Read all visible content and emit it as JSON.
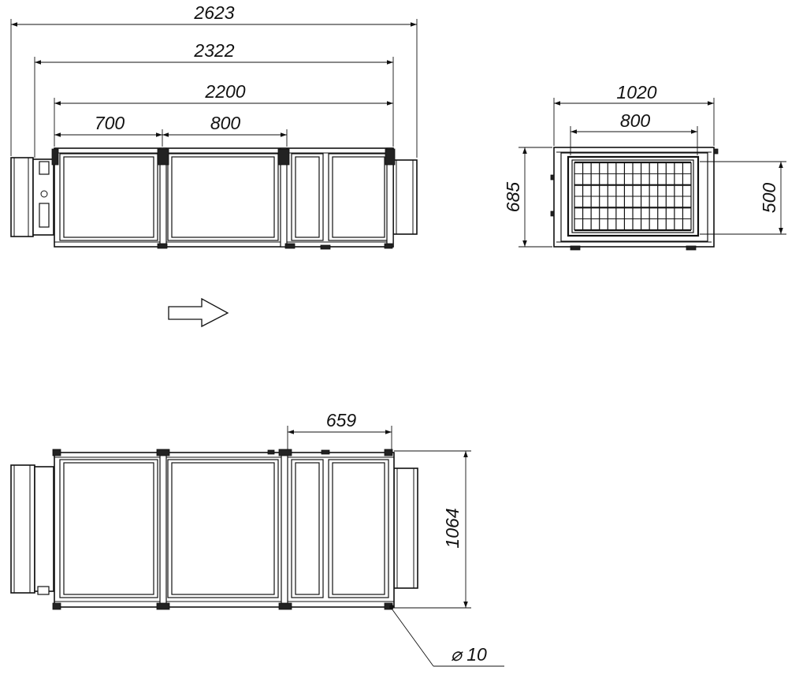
{
  "views": {
    "side": {
      "dimensions": {
        "overall": "2623",
        "between_flanges": "2322",
        "body_length": "2200",
        "section_a": "700",
        "section_b": "800"
      }
    },
    "front": {
      "dimensions": {
        "width": "1020",
        "opening_width": "800",
        "height": "685",
        "opening_height": "500"
      }
    },
    "top": {
      "dimensions": {
        "section_length": "659",
        "depth": "1064",
        "hole_diameter": "⌀ 10"
      }
    },
    "airflow": {
      "arrow_direction": "right"
    }
  }
}
